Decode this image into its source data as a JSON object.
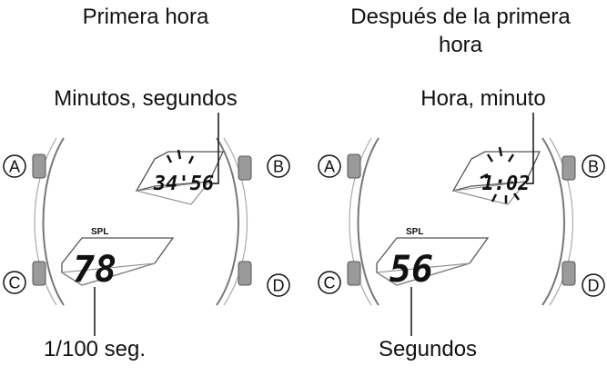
{
  "panels": [
    {
      "title": "Primera hora",
      "top_callout": "Minutos, segundos",
      "bottom_callout": "1/100 seg.",
      "upper_display": "34'56",
      "lower_display": "78",
      "mode_label": "SPL"
    },
    {
      "title_line1": "Después de la primera",
      "title_line2": "hora",
      "top_callout": "Hora, minuto",
      "bottom_callout": "Segundos",
      "upper_display": "1:02",
      "lower_display": "56",
      "mode_label": "SPL"
    }
  ],
  "buttons": {
    "a": "A",
    "b": "B",
    "c": "C",
    "d": "D"
  }
}
